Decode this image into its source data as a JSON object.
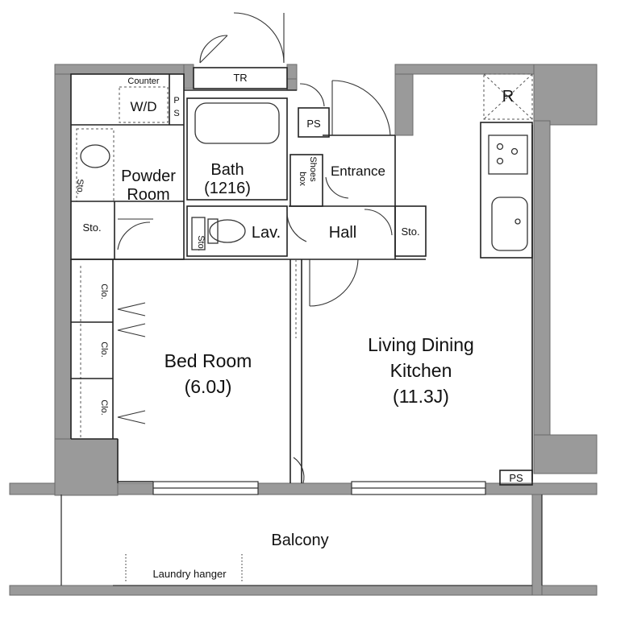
{
  "rooms": {
    "living_line1": "Living Dining",
    "living_line2": "Kitchen",
    "living_area": "(11.3J)",
    "bedroom": "Bed Room",
    "bedroom_area": "(6.0J)",
    "bath": "Bath",
    "bath_size": "(1216)",
    "powder_line1": "Powder",
    "powder_line2": "Room",
    "entrance": "Entrance",
    "hall": "Hall",
    "lav": "Lav.",
    "balcony": "Balcony"
  },
  "small_labels": {
    "counter": "Counter",
    "wd": "W/D",
    "ps_top": "P",
    "ps_top2": "S",
    "tr": "TR",
    "ps_entry": "PS",
    "refrigerator": "R",
    "shoes_line1": "Shoes",
    "shoes_line2": "box",
    "sto_powder_vertical": "Sto.",
    "sto_left": "Sto.",
    "sto_lav": "Sto.",
    "sto_hall": "Sto.",
    "clo_1": "Clo.",
    "clo_2": "Clo.",
    "clo_3": "Clo.",
    "ps_corner": "PS",
    "laundry_hanger": "Laundry hanger"
  }
}
